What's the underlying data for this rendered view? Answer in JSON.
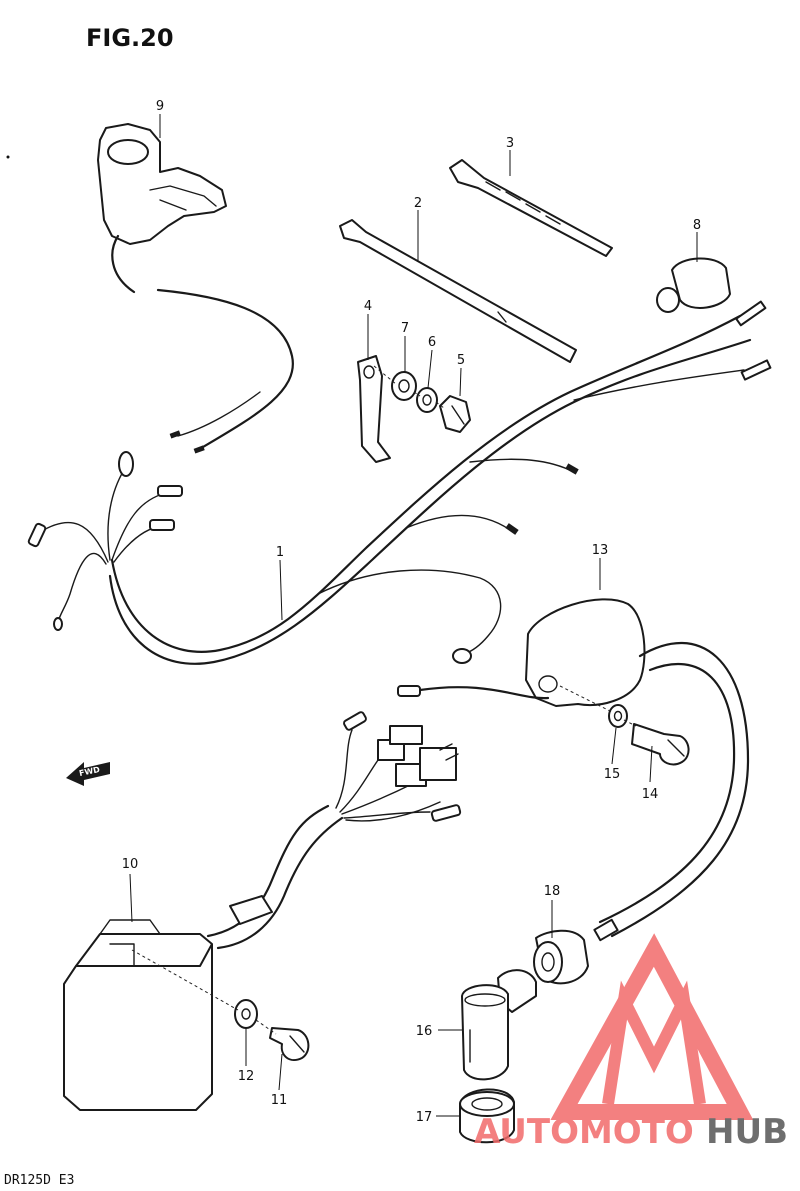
{
  "figure": {
    "title": "FIG.20",
    "footer": "DR125D E3",
    "fwd_label": "FWD"
  },
  "parts": [
    {
      "id": "p1",
      "label": "1"
    },
    {
      "id": "p2",
      "label": "2"
    },
    {
      "id": "p3",
      "label": "3"
    },
    {
      "id": "p4",
      "label": "4"
    },
    {
      "id": "p5",
      "label": "5"
    },
    {
      "id": "p6",
      "label": "6"
    },
    {
      "id": "p7",
      "label": "7"
    },
    {
      "id": "p8",
      "label": "8"
    },
    {
      "id": "p9",
      "label": "9"
    },
    {
      "id": "p10",
      "label": "10"
    },
    {
      "id": "p11",
      "label": "11"
    },
    {
      "id": "p12",
      "label": "12"
    },
    {
      "id": "p13",
      "label": "13"
    },
    {
      "id": "p14",
      "label": "14"
    },
    {
      "id": "p15",
      "label": "15"
    },
    {
      "id": "p16",
      "label": "16"
    },
    {
      "id": "p17",
      "label": "17"
    },
    {
      "id": "p18",
      "label": "18"
    }
  ],
  "watermark": {
    "text_auto": "AUTOMOTO",
    "text_hub": "HUB",
    "color_primary": "#f26b6b",
    "color_secondary": "#555555"
  }
}
